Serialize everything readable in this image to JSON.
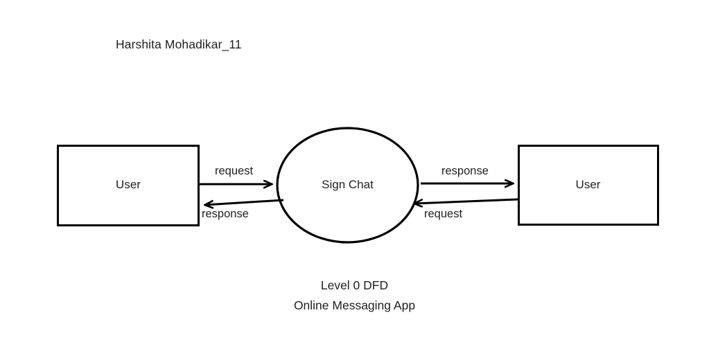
{
  "meta": {
    "author_note": "Harshita Mohadikar_11"
  },
  "diagram": {
    "entities": [
      {
        "id": "entity-left",
        "label": "User"
      },
      {
        "id": "entity-right",
        "label": "User"
      }
    ],
    "process": {
      "id": "process-sign-chat",
      "label": "Sign Chat"
    },
    "flows": [
      {
        "id": "flow-lr-request",
        "label": "request",
        "from": "entity-left",
        "to": "process-sign-chat"
      },
      {
        "id": "flow-rl-response",
        "label": "response",
        "from": "process-sign-chat",
        "to": "entity-left"
      },
      {
        "id": "flow-cr-response",
        "label": "response",
        "from": "process-sign-chat",
        "to": "entity-right"
      },
      {
        "id": "flow-rc-request",
        "label": "request",
        "from": "entity-right",
        "to": "process-sign-chat"
      }
    ]
  },
  "caption": {
    "line1": "Level 0 DFD",
    "line2": "Online Messaging App"
  },
  "colors": {
    "stroke": "#000000",
    "text": "#1f1f1f",
    "background": "#ffffff",
    "fill": "#ffffff"
  }
}
